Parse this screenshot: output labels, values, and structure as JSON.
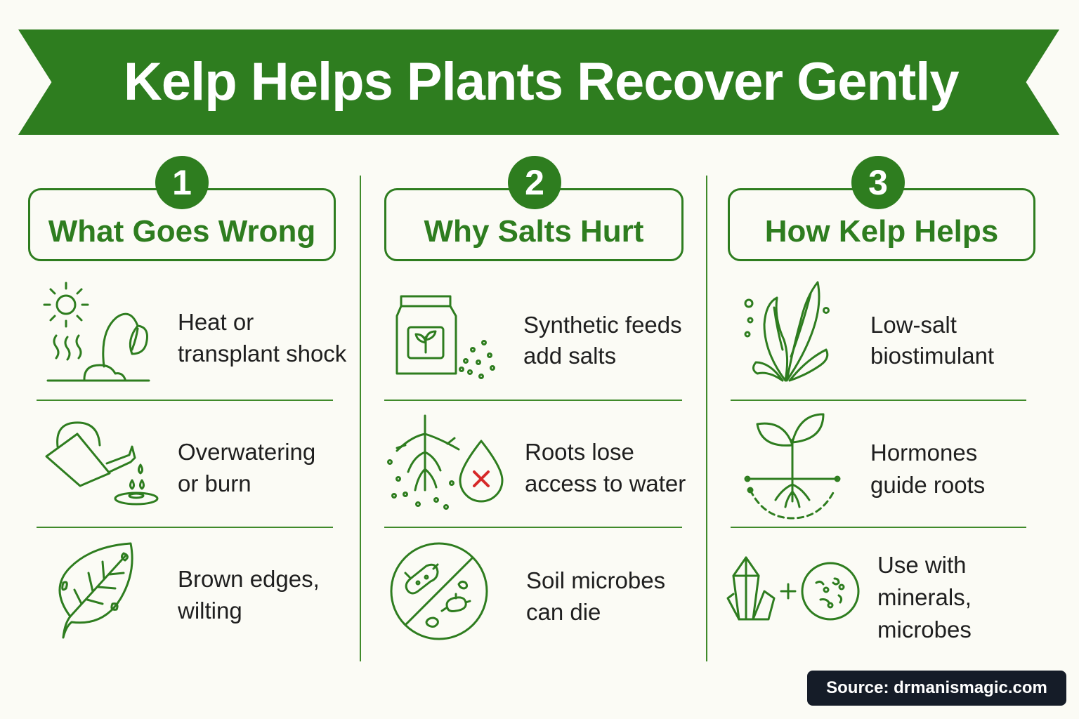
{
  "title": "Kelp Helps Plants Recover Gently",
  "columns": [
    {
      "number": "1",
      "header": "What Goes Wrong",
      "items": [
        {
          "icon": "sun-wilted-plant-icon",
          "line1": "Heat or",
          "line2": "transplant shock",
          "line3": ""
        },
        {
          "icon": "watering-can-icon",
          "line1": "Overwatering",
          "line2": "or burn",
          "line3": ""
        },
        {
          "icon": "damaged-leaf-icon",
          "line1": "Brown edges,",
          "line2": "wilting",
          "line3": ""
        }
      ]
    },
    {
      "number": "2",
      "header": "Why Salts Hurt",
      "items": [
        {
          "icon": "fertilizer-bag-icon",
          "line1": "Synthetic feeds",
          "line2": "add salts",
          "line3": ""
        },
        {
          "icon": "roots-water-drop-icon",
          "line1": "Roots lose",
          "line2": "access to water",
          "line3": ""
        },
        {
          "icon": "no-microbes-icon",
          "line1": "Soil microbes",
          "line2": "can die",
          "line3": ""
        }
      ]
    },
    {
      "number": "3",
      "header": "How Kelp Helps",
      "items": [
        {
          "icon": "kelp-seaweed-icon",
          "line1": "Low-salt",
          "line2": "biostimulant",
          "line3": ""
        },
        {
          "icon": "sprout-roots-icon",
          "line1": "Hormones",
          "line2": "guide roots",
          "line3": ""
        },
        {
          "icon": "minerals-microbes-icon",
          "line1": "Use with",
          "line2": "minerals,",
          "line3": "microbes"
        }
      ]
    }
  ],
  "source": "Source: drmanismagic.com",
  "colors": {
    "accent": "#2e7d1f",
    "warning": "#d62828",
    "source_bg": "#151c28",
    "background": "#fbfbf5"
  }
}
